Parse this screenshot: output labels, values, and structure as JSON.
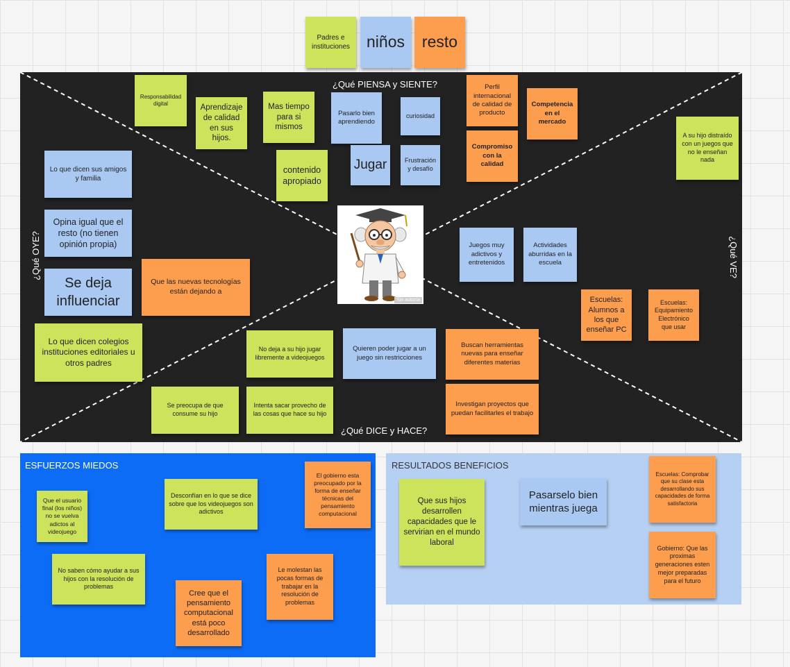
{
  "legend": {
    "parents": "Padres e instituciones",
    "kids": "niños",
    "others": "resto"
  },
  "quadrants": {
    "think": "¿Qué PIENSA y SIENTE?",
    "hear": "¿Qué OYE?",
    "see": "¿Qué VE?",
    "say": "¿Qué DICE y HACE?"
  },
  "notes": {
    "responsabilidad": "Responsabilidad digital",
    "aprendizaje": "Aprendizaje de calidad en sus hijos.",
    "mas_tiempo": "Mas tiempo para si mismos",
    "pasarlo_bien": "Pasarlo bien aprendiendo",
    "curiosidad": "curiosidad",
    "perfil": "Perfil internacional de calidad de producto",
    "competencia": "Competencia en el mercado",
    "compromiso": "Compromiso con la calidad",
    "contenido": "contenido apropiado",
    "jugar": "Jugar",
    "frustracion": "Frustración y desafío",
    "hijo_distraido": "A su hijo distraído con un juegos que no le enseñan nada",
    "amigos": "Lo que dicen sus amigos y familia",
    "opina": "Opina igual que el resto (no tienen opinión propia)",
    "se_deja": "Se deja influenciar",
    "nuevas_tec": "Que las nuevas tecnologías están dejando a",
    "colegios": "Lo que dicen colegios instituciones editoriales u otros padres",
    "juegos_adictivos": "Juegos muy adictivos y entretenidos",
    "actividades": "Actividades aburridas en la escuela",
    "escuelas_pc": "Escuelas: Alumnos a los que enseñar PC",
    "escuelas_equip": "Escuelas: Equipamiento Electrónico que usar",
    "no_deja": "No deja a su hijo jugar libremente a videojuegos",
    "quieren_jugar": "Quieren poder jugar a un juego sin restricciones",
    "buscan": "Buscan herramientas nuevas para enseñar diferentes materias",
    "preocupa": "Se preocupa de que consume su hijo",
    "intenta": "Intenta sacar provecho de las cosas que hace su hijo",
    "investigan": "Investigan proyectos que puedan facilitarles el trabajo"
  },
  "image_caption": "Sin autoría",
  "efforts": {
    "title": "ESFUERZOS MIEDOS",
    "notes": {
      "usuario_final": "Que el usuario final (los niños) no se vuelva adictos al videojuego",
      "desconfian": "Desconfían en lo que se dice sobre que los videojuegos son adictivos",
      "gobierno": "El gobierno esta preocupado por la forma de enseñar técnicas del pensamiento computacional",
      "no_saben": "No saben cómo ayudar a sus hijos con la resolución de problemas",
      "cree": "Cree que el pensamiento computacional está poco desarrollado",
      "molestan": "Le molestan las pocas formas de trabajar en la resolución de problemas"
    }
  },
  "results": {
    "title": "RESULTADOS BENEFICIOS",
    "notes": {
      "capacidades": "Que sus hijos desarrollen capacidades que le servirian en el mundo laboral",
      "pasarselo": "Pasarselo bien mientras juega",
      "escuelas_comprobar": "Escuelas: Comprobar que su clase esta desarrollando sus capacidades de forma satisfactoria",
      "gobierno_gen": "Gobierno: Que las proximas generaciones esten mejor preparadas para el futuro"
    }
  },
  "colors": {
    "green": "#cde35c",
    "blue": "#a9c9f3",
    "orange": "#fd9d4e",
    "board": "#222222",
    "efforts_bg": "#0d6cf5",
    "results_bg": "#b6d0f3"
  }
}
